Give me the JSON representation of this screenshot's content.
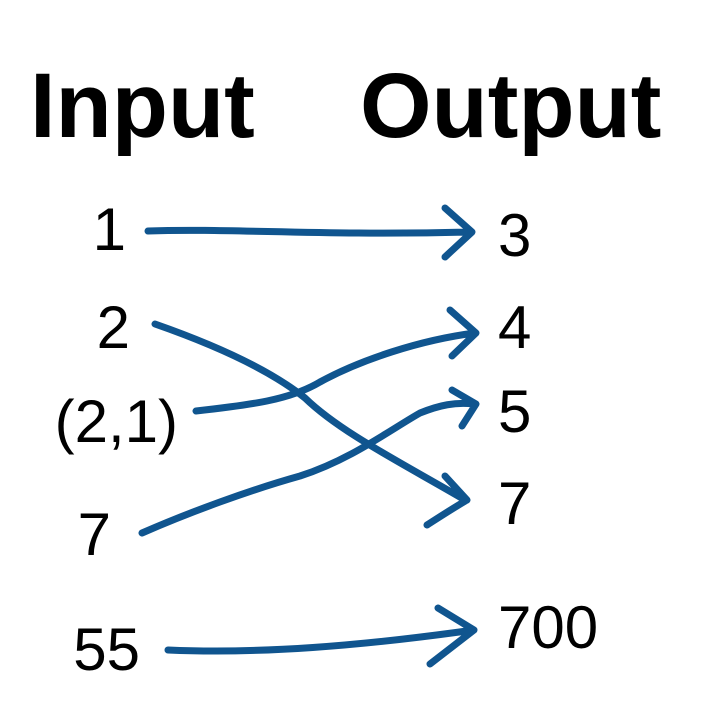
{
  "headings": {
    "input": "Input",
    "output": "Output"
  },
  "inputs": [
    "1",
    "2",
    "(2,1)",
    "7",
    "55"
  ],
  "outputs": [
    "3",
    "4",
    "5",
    "7",
    "700"
  ],
  "mapping": [
    {
      "from": "1",
      "to": "3"
    },
    {
      "from": "2",
      "to": "7"
    },
    {
      "from": "(2,1)",
      "to": "4"
    },
    {
      "from": "7",
      "to": "5"
    },
    {
      "from": "55",
      "to": "700"
    }
  ],
  "colors": {
    "arrow": "#10558f",
    "text": "#000000",
    "background": "#ffffff"
  }
}
